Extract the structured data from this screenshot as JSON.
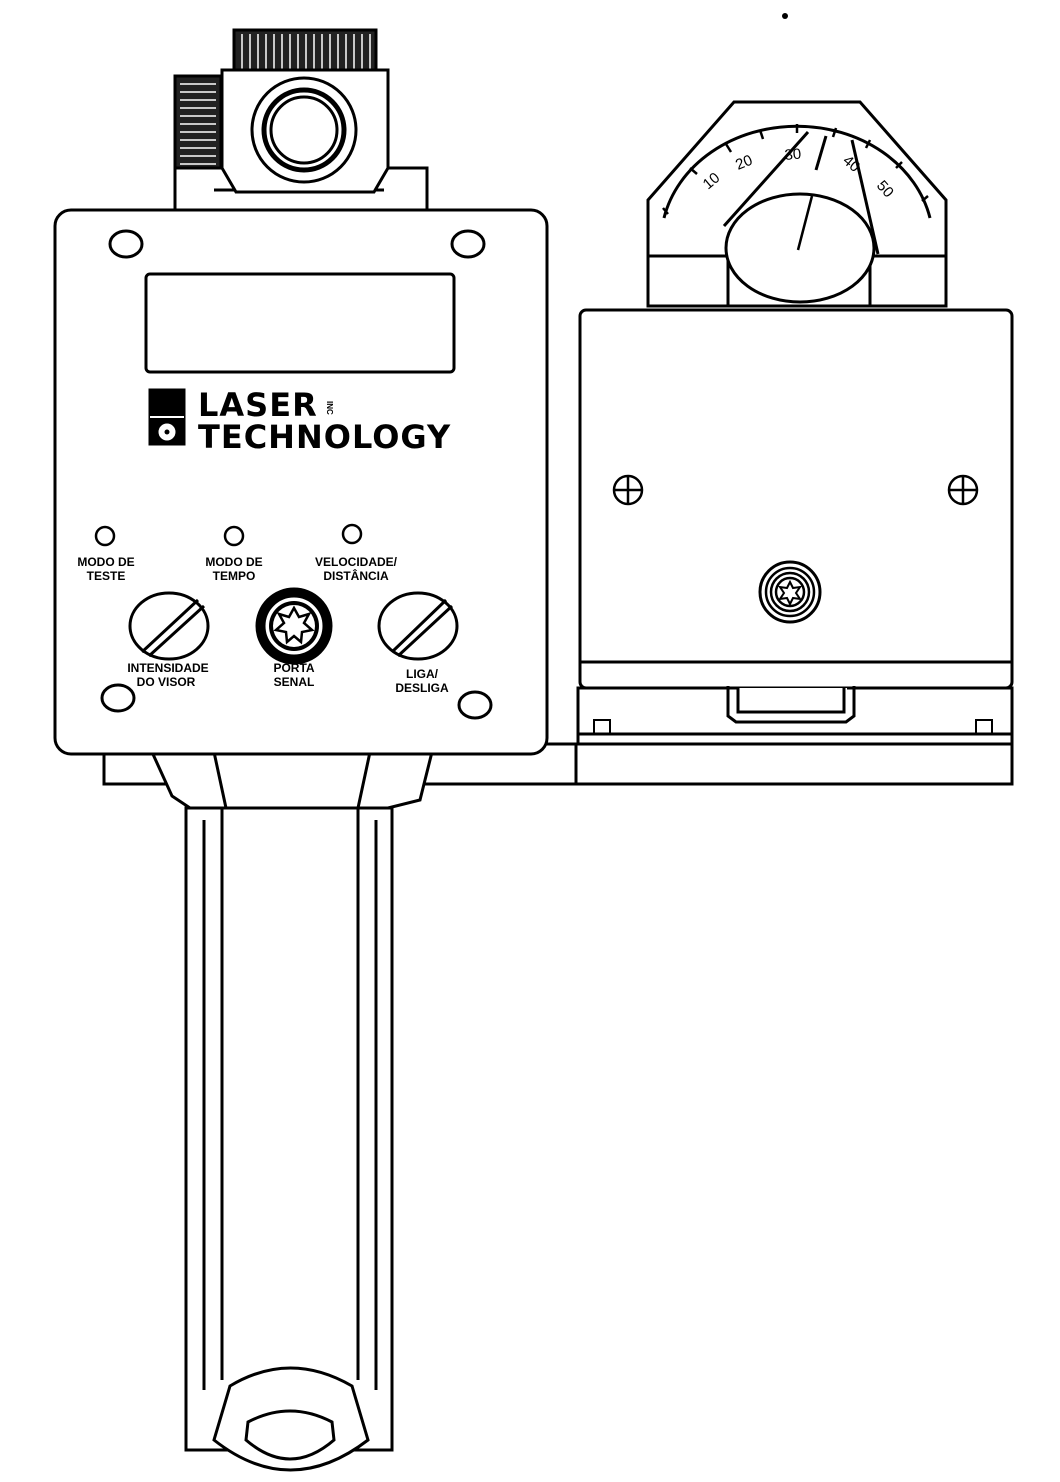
{
  "logo": {
    "line1": "LASER",
    "superscript": "INC",
    "line2": "TECHNOLOGY"
  },
  "indicators": [
    {
      "line1": "MODO DE",
      "line2": "TESTE"
    },
    {
      "line1": "MODO DE",
      "line2": "TEMPO"
    },
    {
      "line1": "VELOCIDADE/",
      "line2": "DISTÂNCIA"
    }
  ],
  "controls": [
    {
      "line1": "INTENSIDADE",
      "line2": "DO VISOR"
    },
    {
      "line1": "PORTA",
      "line2": "SENAL"
    },
    {
      "line1": "LIGA/",
      "line2": "DESLIGA"
    }
  ],
  "protractor": {
    "scale": [
      "10",
      "20",
      "30",
      "40",
      "50"
    ]
  }
}
